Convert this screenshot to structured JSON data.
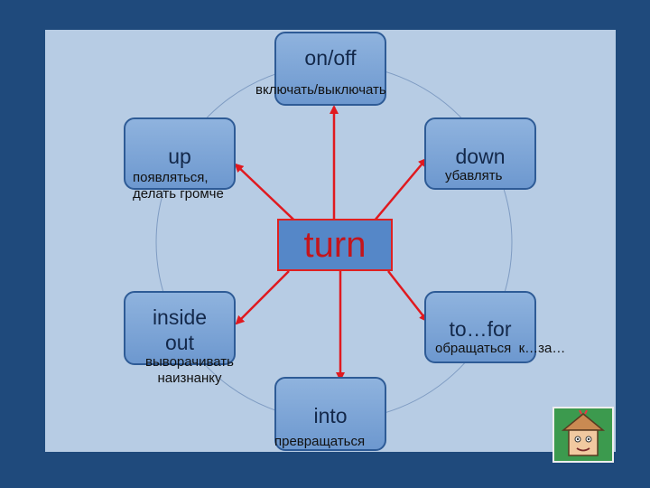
{
  "center": {
    "label": "turn"
  },
  "nodes": {
    "onoff": {
      "label": "on/off",
      "caption": "включать/выключать"
    },
    "up": {
      "label": "up",
      "caption_line1": "появляться,",
      "caption_line2": "делать громче"
    },
    "down": {
      "label": "down",
      "caption": "убавлять"
    },
    "inside_out": {
      "label_line1": "inside",
      "label_line2": "out",
      "caption_line1": "выворачивать",
      "caption_line2": "наизнанку"
    },
    "to_for": {
      "label": "to…for",
      "caption": "обращаться  к…за…"
    },
    "into": {
      "label": "into",
      "caption": "превращаться"
    }
  },
  "colors": {
    "arrow": "#e0191f",
    "node_fill": "#7aa4d6",
    "slide_bg": "#b7cce4",
    "frame": "#1f4a7c"
  },
  "icons": {
    "corner": "cartoon-face-house-icon"
  }
}
